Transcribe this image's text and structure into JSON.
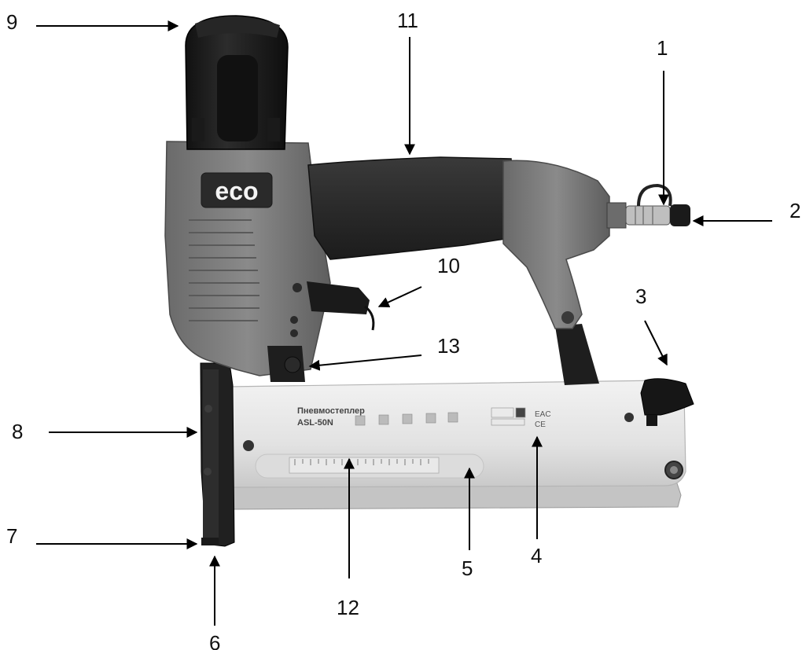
{
  "diagram": {
    "brand_logo": "eco",
    "nameplate": {
      "title": "Пневмостеплер",
      "model": "ASL-50N"
    },
    "callouts": [
      {
        "id": "1",
        "label": "1"
      },
      {
        "id": "2",
        "label": "2"
      },
      {
        "id": "3",
        "label": "3"
      },
      {
        "id": "4",
        "label": "4"
      },
      {
        "id": "5",
        "label": "5"
      },
      {
        "id": "6",
        "label": "6"
      },
      {
        "id": "7",
        "label": "7"
      },
      {
        "id": "8",
        "label": "8"
      },
      {
        "id": "9",
        "label": "9"
      },
      {
        "id": "10",
        "label": "10"
      },
      {
        "id": "11",
        "label": "11"
      },
      {
        "id": "12",
        "label": "12"
      },
      {
        "id": "13",
        "label": "13"
      }
    ]
  }
}
